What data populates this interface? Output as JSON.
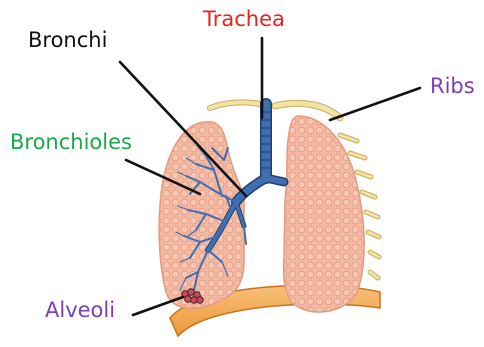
{
  "labels": {
    "trachea": "Trachea",
    "bronchi": "Bronchi",
    "ribs": "Ribs",
    "bronchioles": "Bronchioles",
    "alveoli": "Alveoli"
  },
  "colors": {
    "trachea": "#e8231e",
    "bronchi": "#111111",
    "ribs": "#7a3fb5",
    "bronchioles": "#1aa84a",
    "alveoli": "#7a3fb5",
    "lung_fill": "#f4b9a3",
    "lung_edge": "#e39a80",
    "airway": "#3f6fb0",
    "airway_edge": "#1f3f72",
    "rib": "#f3e2a6",
    "rib_edge": "#c9ad57",
    "diaphragm": "#f2a64a",
    "diaphragm_edge": "#c8731f"
  }
}
